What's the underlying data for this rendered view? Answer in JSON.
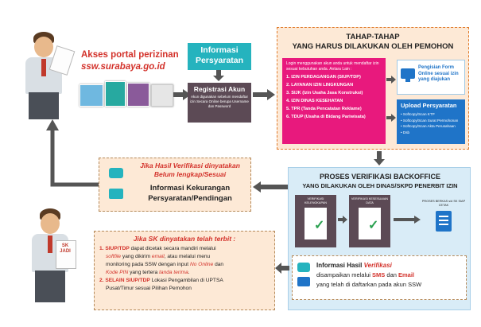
{
  "portal": {
    "title": "Akses portal perizinan",
    "url": "ssw.surabaya.go.id"
  },
  "info_persyaratan": {
    "label": "Informasi Persyaratan"
  },
  "registrasi": {
    "title": "Registrasi Akun",
    "desc": "Akun digunakan sebelum mendaftar izin Secara Online berupa Username dan Password"
  },
  "tahap": {
    "title_1": "TAHAP-TAHAP",
    "title_2": "YANG HARUS DILAKUKAN OLEH PEMOHON",
    "login_intro": "Login menggunakan akun anda untuk mendaftar izin sesuai kebutuhan anda. Antara Lain :",
    "items": [
      "1. IZIN PERDAGANGAN (SIUP/TDP)",
      "2. LAYANAN IZIN LINGKUNGAN",
      "3. SIJK (Izin Usaha Jasa Konstruksi)",
      "4. IZIN DINAS KESEHATAN",
      "5. TPR (Tanda Pencatatan Reklame)",
      "6. TDUP (Usaha di Bidang Pariwisata)"
    ],
    "form_online": "Pengisian Form Online sesuai izin yang diajukan",
    "upload_title": "Upload Persyaratan",
    "upload_items": [
      "• Softcopy/Scan KTP",
      "• Softcopy/Scan Surat Permohonan",
      "• Softcopy/Scan Akta Perusahaan",
      "• Dsb"
    ]
  },
  "verifikasi": {
    "title_1": "PROSES VERIFIKASI BACKOFFICE",
    "title_2": "YANG DILAKUKAN OLEH DINAS/SKPD PENERBIT IZIN",
    "doc1": "VERIFIKASI KELENGKAPAN",
    "doc2": "VERIFIKASI KESESUAIAN DATA",
    "doc3": "PROSES BERKAS s/d SK SIAP CETAK",
    "info_1": "Informasi Hasil ",
    "info_1b": "Verifikasi",
    "info_2": "disampaikan melalui ",
    "info_2b": "SMS",
    "info_2c": " dan ",
    "info_2d": "Email",
    "info_3": "yang telah di daftarkan pada akun SSW"
  },
  "kekurangan": {
    "note_1": "Jika Hasil Verifikasi dinyatakan",
    "note_2": "Belum lengkap/Sesuai",
    "info_1": "Informasi Kekurangan",
    "info_2": "Persyaratan/Pendingan"
  },
  "sk": {
    "badge": "SK JADI",
    "heading": "Jika SK dinyatakan telah terbit :",
    "p1_a": "1. SIUP/TDP",
    "p1_b": " dapat dicetak secara mandiri melalui ",
    "p1_c": "softfile",
    "p1_d": " yang dikirim ",
    "p1_e": "email",
    "p1_f": ", atau melalui menu",
    "p1_g": "monitoring pada SSW dengan input ",
    "p1_h": "No Online",
    "p1_i": " dan",
    "p1_j": "Kode PIN",
    "p1_k": " yang tertera ",
    "p1_l": "tanda terima",
    "p1_m": ".",
    "p2_a": "2. SELAIN SIUP/TDP",
    "p2_b": " Lokasi Pengambilan di UPTSA",
    "p2_c": "Pusat/Timur sesuai Pilihan Pemohon"
  },
  "colors": {
    "pink": "#e8197d",
    "blue": "#1f74c8",
    "teal": "#25b3be",
    "dark_panel": "#5c4a55",
    "orange_panel": "#fde9d6",
    "light_blue_panel": "#d9ecf7",
    "red_text": "#d3322b"
  }
}
